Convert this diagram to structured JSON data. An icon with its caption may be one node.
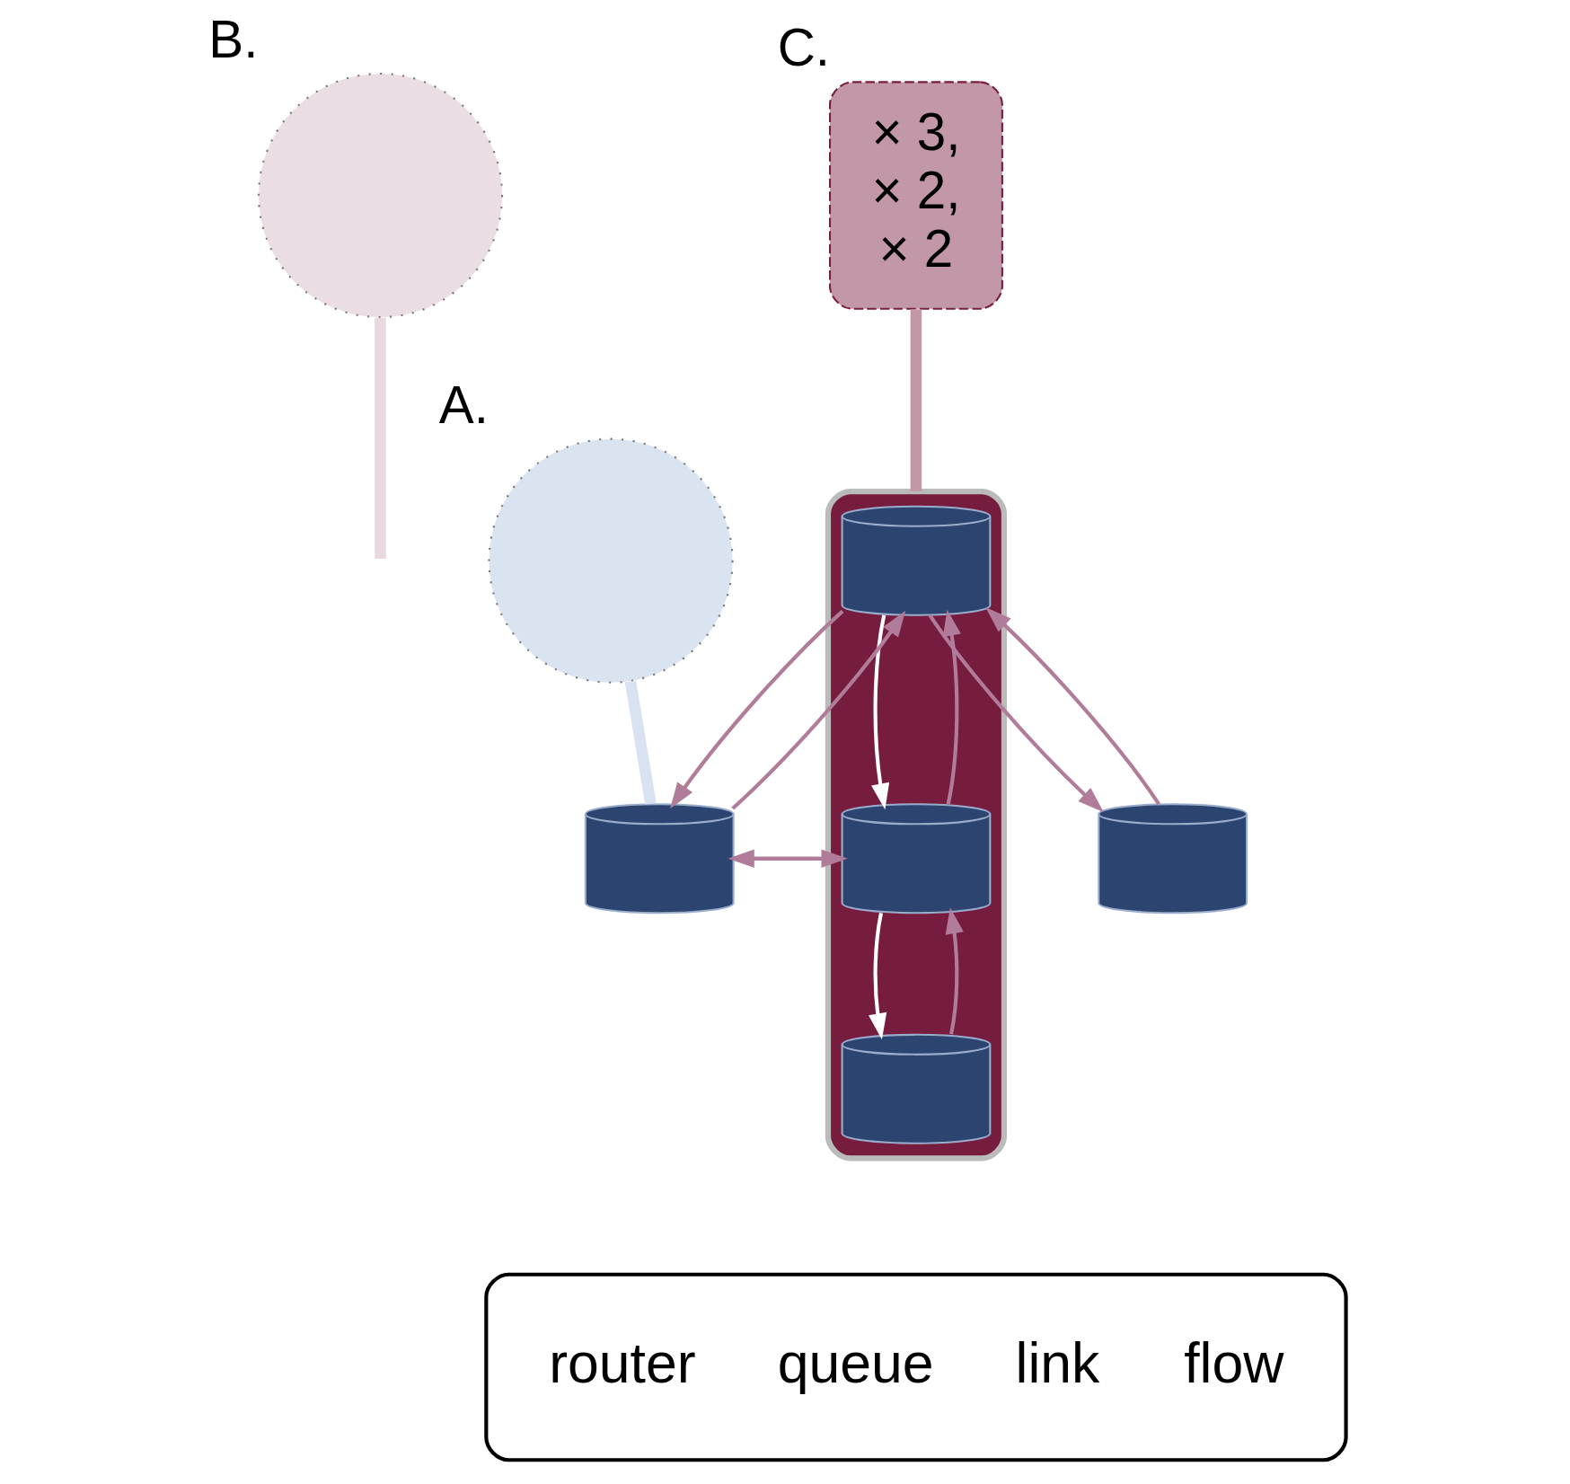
{
  "diagram": {
    "nodes": [
      {
        "text": [],
        "shape": "circle",
        "beside": [
          "B."
        ]
      },
      {
        "text": [],
        "shape": "circle",
        "beside": [
          "A."
        ]
      },
      {
        "text": [],
        "shape": "band"
      },
      {
        "text": [],
        "shape": "cylinder",
        "in": 2
      },
      {
        "text": [],
        "shape": "cylinder"
      },
      {
        "text": [],
        "shape": "cylinder",
        "in": 2
      },
      {
        "text": [],
        "shape": "cylinder"
      },
      {
        "text": [],
        "shape": "cylinder",
        "in": 2
      },
      {
        "text": [
          "× 3,",
          "× 2,",
          "× 2"
        ],
        "beside": [
          "C."
        ]
      }
    ],
    "edges": [
      {
        "from": 0,
        "to": null,
        "arrow": "none",
        "style": "thick",
        "color": "#e8d8e0"
      },
      {
        "from": 1,
        "to": 4,
        "arrow": "none",
        "style": "thick",
        "color": "#d8e2f0"
      },
      {
        "from": 4,
        "to": 3,
        "arrow": "to"
      },
      {
        "from": 3,
        "to": 4,
        "arrow": "to"
      },
      {
        "from": 3,
        "to": 6,
        "arrow": "to"
      },
      {
        "from": 6,
        "to": 3,
        "arrow": "to"
      },
      {
        "from": 3,
        "to": 5,
        "arrow": "to",
        "color": "#ffffff"
      },
      {
        "from": 5,
        "to": 3,
        "arrow": "to"
      },
      {
        "from": 5,
        "to": 4,
        "arrow": "to"
      },
      {
        "from": 4,
        "to": 5,
        "arrow": "to"
      },
      {
        "from": 5,
        "to": 7,
        "arrow": "to",
        "color": "#ffffff"
      },
      {
        "from": 7,
        "to": 5,
        "arrow": "to"
      },
      {
        "from": 8,
        "to": 2,
        "arrow": "none",
        "style": "thick",
        "color": "#c297a8"
      }
    ],
    "legend": [
      {
        "text": "router"
      },
      {
        "text": "queue"
      },
      {
        "text": "link"
      },
      {
        "text": "flow"
      }
    ]
  }
}
